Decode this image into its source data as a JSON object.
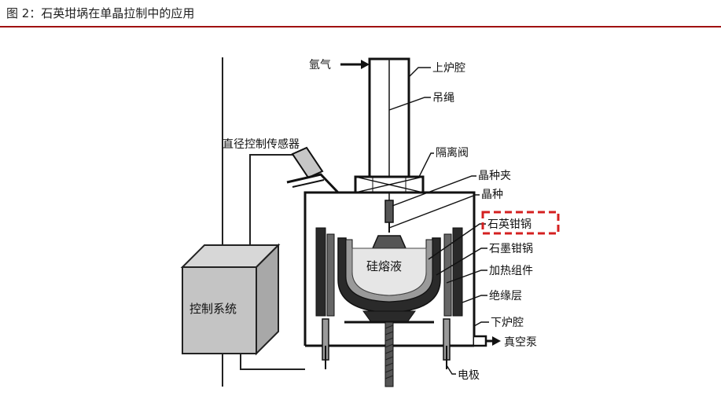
{
  "caption": "图 2：石英坩埚在单晶拉制中的应用",
  "colors": {
    "caption_rule": "#a01010",
    "highlight": "#d42020",
    "ink": "#111111"
  },
  "labels": {
    "argon": "氩气",
    "upper_chamber": "上炉腔",
    "rope": "吊绳",
    "isolation_valve": "隔离阀",
    "diameter_sensor": "直径控制传感器",
    "seed_chuck": "晶种夹",
    "seed": "晶种",
    "quartz_crucible": "石英钳锅",
    "graphite_crucible": "石墨钳锅",
    "heater": "加热组件",
    "insulation": "绝缘层",
    "lower_chamber": "下炉腔",
    "vacuum_pump": "真空泵",
    "electrode": "电极",
    "silicon_melt": "硅熔液",
    "control_system": "控制系统"
  }
}
